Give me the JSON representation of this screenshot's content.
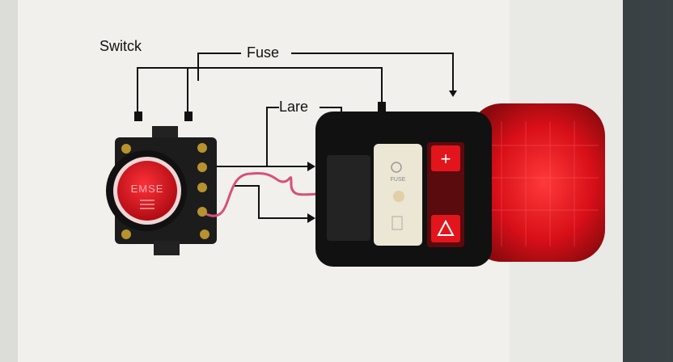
{
  "labels": {
    "switch": "Switck",
    "fuse": "Fuse",
    "lare": "Lare"
  },
  "button_text": "EMSE",
  "module_text": "FUSE",
  "colors": {
    "paper": "#f1f0ec",
    "light_red": "#e0141c",
    "button_red": "#d9121c",
    "wire_pink": "#d6507a"
  }
}
